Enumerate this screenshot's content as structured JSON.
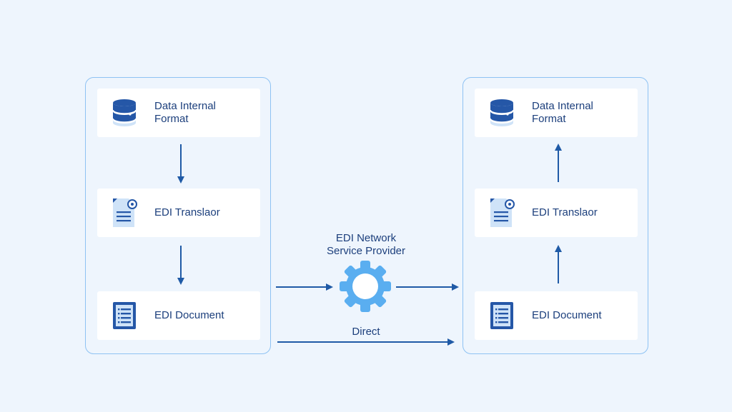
{
  "left_panel": {
    "cards": [
      {
        "label": "Data Internal\nFormat",
        "icon": "database-icon"
      },
      {
        "label": "EDI Translaor",
        "icon": "document-gear-icon"
      },
      {
        "label": "EDI Document",
        "icon": "document-list-icon"
      }
    ]
  },
  "right_panel": {
    "cards": [
      {
        "label": "Data Internal\nFormat",
        "icon": "database-icon"
      },
      {
        "label": "EDI Translaor",
        "icon": "document-gear-icon"
      },
      {
        "label": "EDI Document",
        "icon": "document-list-icon"
      }
    ]
  },
  "network": {
    "label": "EDI Network\nService Provider",
    "icon": "gear-icon"
  },
  "direct": {
    "label": "Direct"
  },
  "colors": {
    "background": "#eef5fd",
    "panel_border": "#8ec2f3",
    "text": "#1c3f7c",
    "arrow": "#1f5aa6",
    "icon_dark": "#2557a7",
    "icon_light": "#cfe3f8",
    "gear": "#5aaef0"
  }
}
